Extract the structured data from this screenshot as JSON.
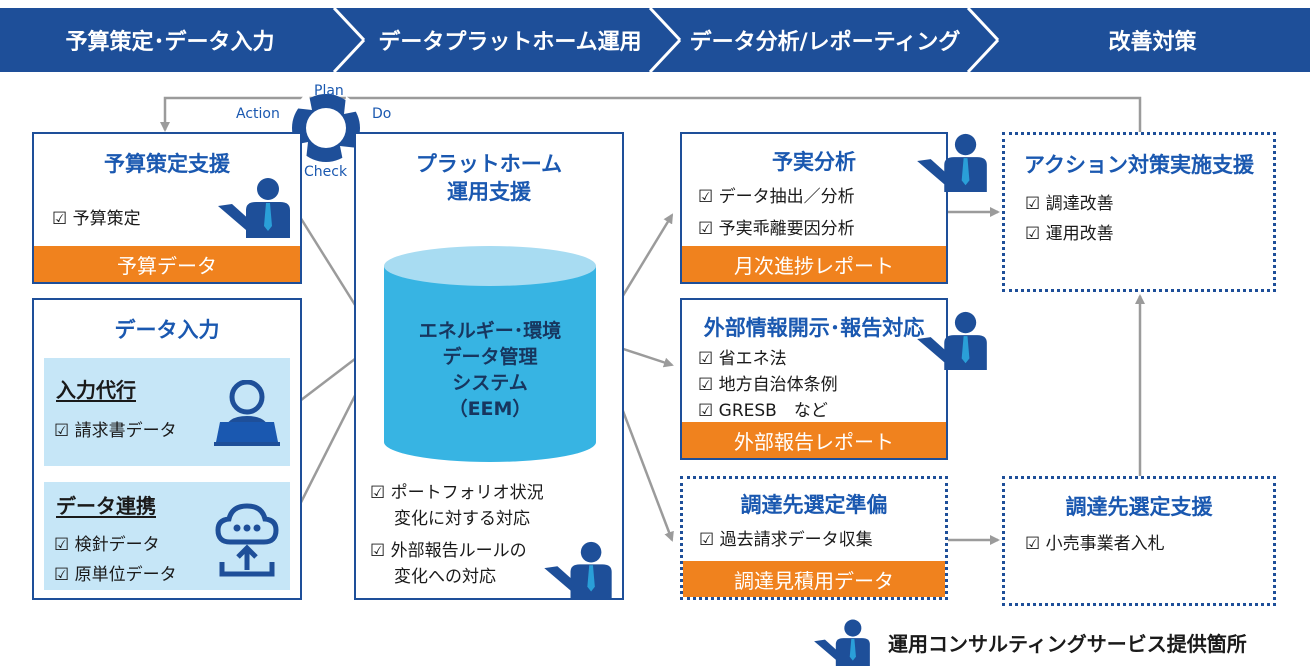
{
  "header": {
    "steps": [
      "予算策定･データ入力",
      "データプラットホーム運用",
      "データ分析/レポーティング",
      "改善対策"
    ],
    "color": "#1e4f99"
  },
  "pdca": {
    "plan": "Plan",
    "do": "Do",
    "check": "Check",
    "action": "Action"
  },
  "budget_box": {
    "title": "予算策定支援",
    "items": [
      "☑ 予算策定"
    ],
    "footer": "予算データ"
  },
  "data_input": {
    "title": "データ入力",
    "proxy": {
      "title": "入力代行",
      "items": [
        "☑ 請求書データ"
      ]
    },
    "link": {
      "title": "データ連携",
      "items": [
        "☑ 検針データ",
        "☑ 原単位データ"
      ]
    }
  },
  "platform": {
    "title_line1": "プラットホーム",
    "title_line2": "運用支援",
    "cylinder": [
      "エネルギー･環境",
      "データ管理",
      "システム",
      "（EEM）"
    ],
    "items": [
      "☑ ポートフォリオ状況",
      "変化に対する対応",
      "☑ 外部報告ルールの",
      "変化への対応"
    ]
  },
  "analysis": {
    "title": "予実分析",
    "items": [
      "☑ データ抽出／分析",
      "☑ 予実乖離要因分析"
    ],
    "footer": "月次進捗レポート"
  },
  "disclosure": {
    "title": "外部情報開示･報告対応",
    "items": [
      "☑ 省エネ法",
      "☑ 地方自治体条例",
      "☑ GRESB　など"
    ],
    "footer": "外部報告レポート"
  },
  "procure_prep": {
    "title": "調達先選定準偏",
    "items": [
      "☑ 過去請求データ収集"
    ],
    "footer": "調達見積用データ"
  },
  "action_box": {
    "title": "アクション対策実施支援",
    "items": [
      "☑ 調達改善",
      "☑ 運用改善"
    ]
  },
  "procure_support": {
    "title": "調達先選定支援",
    "items": [
      "☑ 小売事業者入札"
    ]
  },
  "legend": {
    "label": "運用コンサルティングサービス提供箇所"
  },
  "colors": {
    "navy": "#1e4f99",
    "title_blue": "#1a58b0",
    "orange": "#f0821e",
    "light_blue": "#c6e6f7",
    "cylinder": "#37b4e3",
    "arrow": "#9b9b9b"
  }
}
